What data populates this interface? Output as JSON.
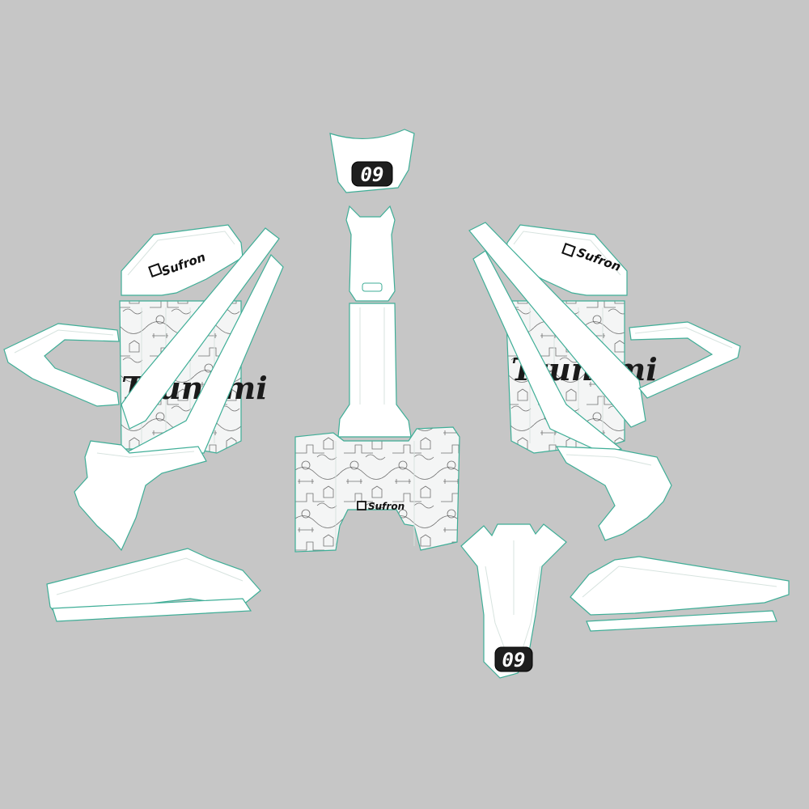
{
  "graphics_kit": {
    "race_number": "09",
    "brand_name": "Sufron",
    "model_name": "Tsunami",
    "colors": {
      "background": "#c6c6c6",
      "panel": "#ffffff",
      "outline": "#3fae97",
      "ink": "#111111"
    }
  }
}
